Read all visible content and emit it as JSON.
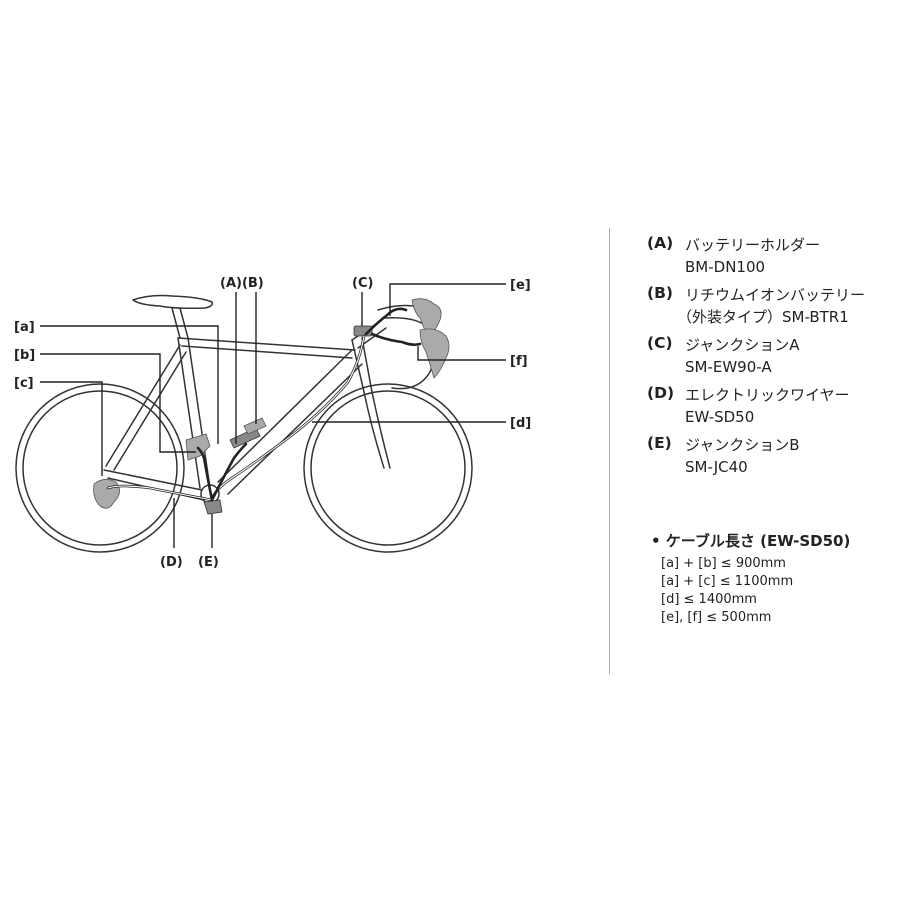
{
  "diagram_labels": {
    "A_B": "(A)(B)",
    "C": "(C)",
    "D": "(D)",
    "E": "(E)",
    "a": "[a]",
    "b": "[b]",
    "c": "[c]",
    "d": "[d]",
    "e": "[e]",
    "f": "[f]"
  },
  "legend": [
    {
      "code": "(A)",
      "name": "バッテリーホルダー",
      "model": "BM-DN100"
    },
    {
      "code": "(B)",
      "name": "リチウムイオンバッテリー",
      "model": "（外装タイプ）SM-BTR1"
    },
    {
      "code": "(C)",
      "name": "ジャンクションA",
      "model": "SM-EW90-A"
    },
    {
      "code": "(D)",
      "name": "エレクトリックワイヤー",
      "model": "EW-SD50"
    },
    {
      "code": "(E)",
      "name": "ジャンクションB",
      "model": "SM-JC40"
    }
  ],
  "cable_lengths": {
    "title": "• ケーブル長さ (EW-SD50)",
    "specs": [
      "[a] + [b] ≤ 900mm",
      "[a] + [c] ≤ 1100mm",
      "[d] ≤ 1400mm",
      "[e], [f] ≤ 500mm"
    ]
  }
}
